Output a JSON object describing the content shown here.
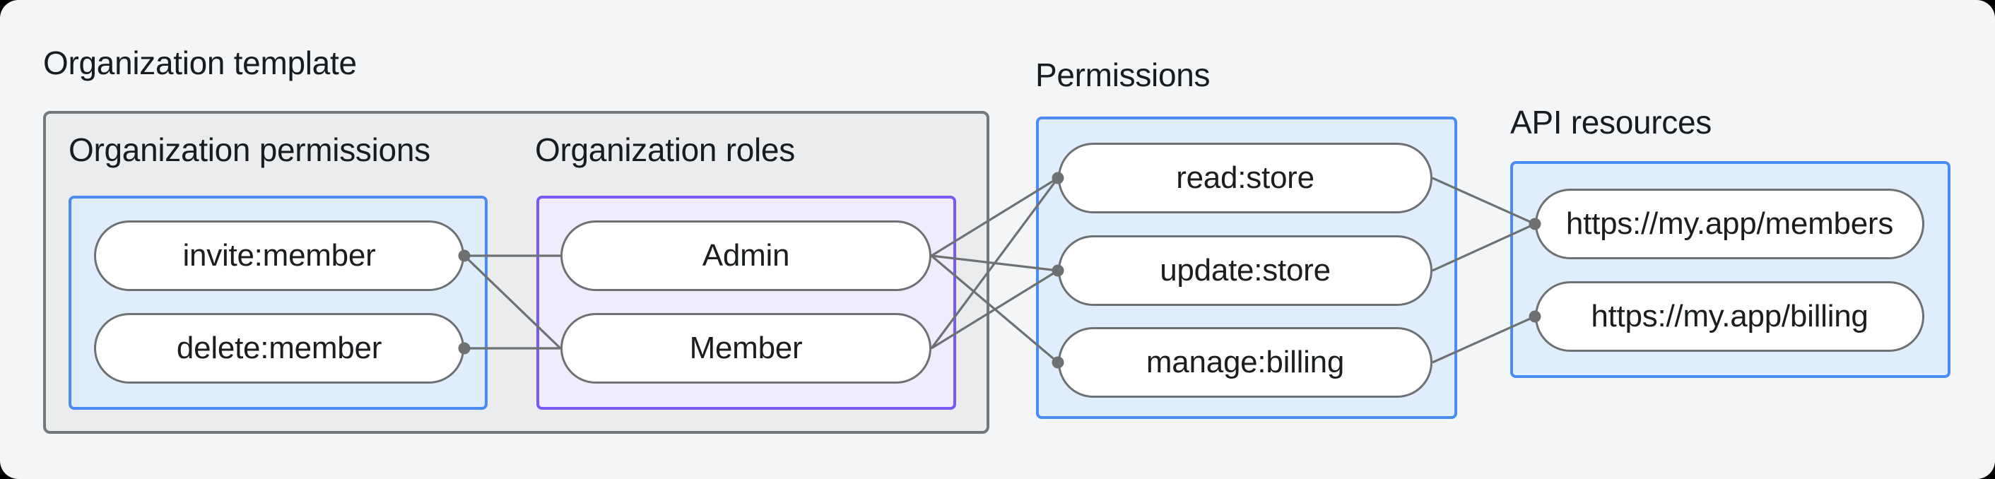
{
  "title": "Organization template",
  "groups": {
    "org_permissions": {
      "label": "Organization permissions",
      "items": [
        "invite:member",
        "delete:member"
      ]
    },
    "org_roles": {
      "label": "Organization roles",
      "items": [
        "Admin",
        "Member"
      ]
    },
    "permissions": {
      "label": "Permissions",
      "items": [
        "read:store",
        "update:store",
        "manage:billing"
      ]
    },
    "api_resources": {
      "label": "API resources",
      "items": [
        "https://my.app/members",
        "https://my.app/billing"
      ]
    }
  },
  "edges": [
    {
      "from": "invite:member",
      "to": "Admin"
    },
    {
      "from": "invite:member",
      "to": "Member"
    },
    {
      "from": "delete:member",
      "to": "Member"
    },
    {
      "from": "Admin",
      "to": "read:store"
    },
    {
      "from": "Admin",
      "to": "update:store"
    },
    {
      "from": "Admin",
      "to": "manage:billing"
    },
    {
      "from": "Member",
      "to": "read:store"
    },
    {
      "from": "Member",
      "to": "update:store"
    },
    {
      "from": "read:store",
      "to": "https://my.app/members"
    },
    {
      "from": "update:store",
      "to": "https://my.app/members"
    },
    {
      "from": "manage:billing",
      "to": "https://my.app/billing"
    }
  ],
  "colors": {
    "page_background": "#f4f5f6",
    "template_group_fill": "#ebeced",
    "template_group_border": "#75787b",
    "blue_box_fill": "#e0edfc",
    "blue_box_border": "#4a8cf3",
    "purple_box_fill": "#f1ecfd",
    "purple_box_border": "#7b58f5",
    "node_fill": "#ffffff",
    "node_border": "#6d7174",
    "connector": "#6d7174",
    "text": "#191c1f"
  }
}
